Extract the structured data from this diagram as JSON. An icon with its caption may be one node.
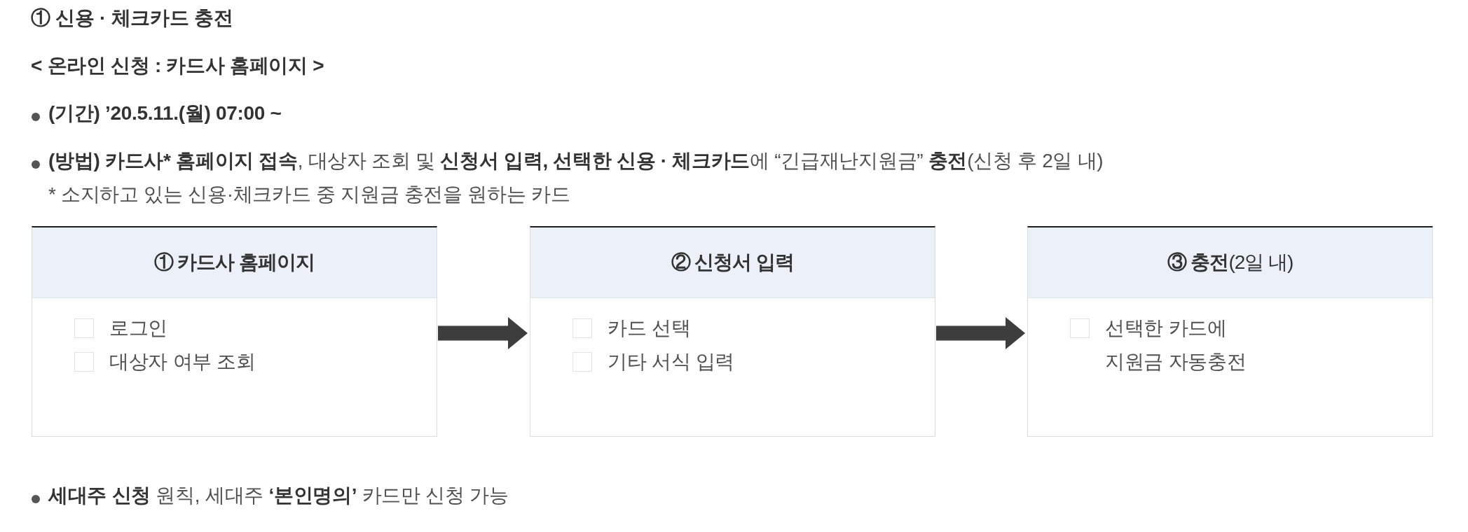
{
  "diagram": {
    "title": "① 신용 · 체크카드 충전",
    "nodes": [
      {
        "text": [
          "① 카드사 홈페이지",
          "로그인",
          "대상자 여부 조회"
        ]
      },
      {
        "text": [
          "② 신청서 입력",
          "카드 선택",
          "기타 서식 입력"
        ]
      },
      {
        "text": [
          "**③ 충전**(2일 내)",
          "선택한 카드에 지원금 자동충전"
        ]
      }
    ],
    "edges": [
      {
        "from": 0,
        "to": 1,
        "arrow": "to"
      },
      {
        "from": 1,
        "to": 2,
        "arrow": "to"
      }
    ],
    "labels": [
      "< 온라인 신청 : 카드사 홈페이지 >",
      "(기간) ’20.5.11.(월) 07:00 ~",
      "**(방법) 카드사* 홈페이지 접속**, 대상자 조회 및 **신청서 입력, 선택한 신용 · 체크카드**에 “긴급재난지원금” **충전**(신청 후 2일 내)",
      "* 소지하고 있는 신용·체크카드 중 지원금 충전을 원하는 카드",
      "**세대주 신청** 원칙, 세대주 **‘본인명의’** 카드만 신청 가능"
    ]
  }
}
